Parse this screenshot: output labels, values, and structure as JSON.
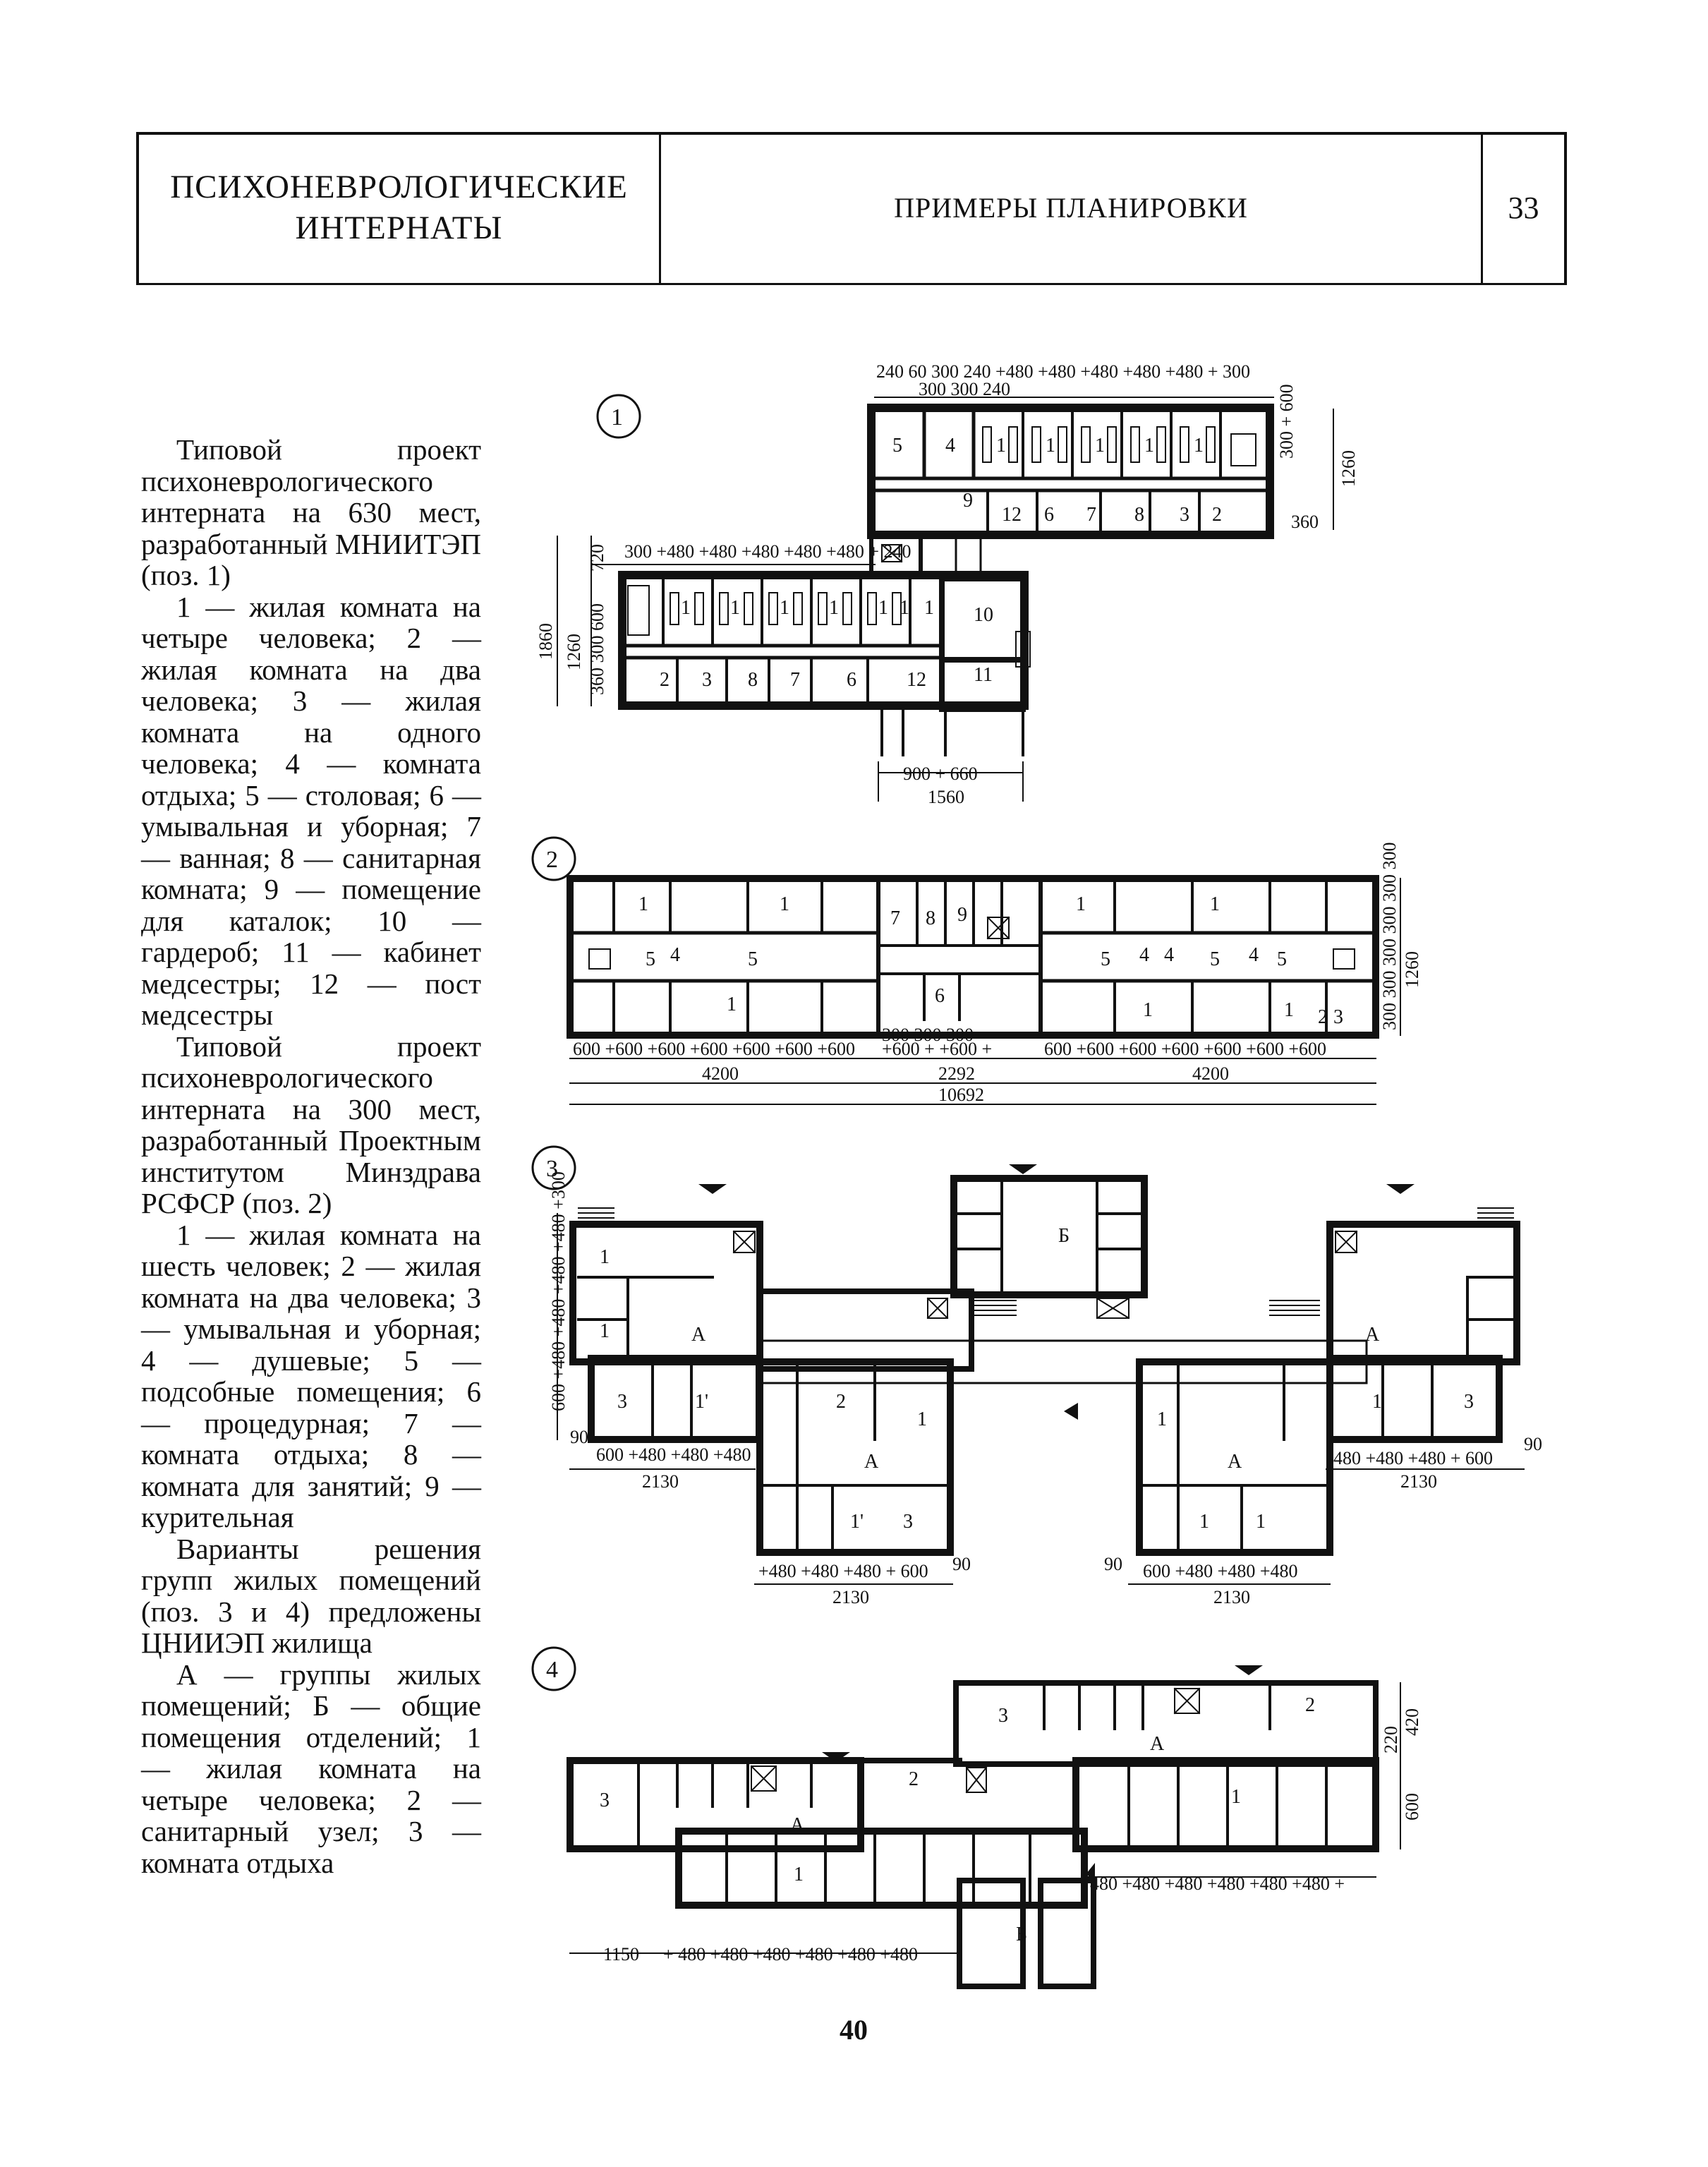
{
  "header": {
    "section_line1": "ПСИХОНЕВРОЛОГИЧЕСКИЕ",
    "section_line2": "ИНТЕРНАТЫ",
    "topic": "ПРИМЕРЫ ПЛАНИРОВКИ",
    "page_number": "33"
  },
  "text": {
    "p1": "Типовой проект психоневрологического интерната на 630 мест, разработанный МНИИТЭП (поз. 1)",
    "p2": "1 — жилая комната на четыре человека; 2 — жилая комната на два человека; 3 — жилая комната на одного человека; 4 — комната отдыха; 5 — столовая; 6 — умывальная и уборная; 7 — ванная; 8 — санитарная комната; 9 — помещение для каталок; 10 — гардероб; 11 — кабинет медсестры; 12 — пост медсестры",
    "p3": "Типовой проект психоневрологического интерната на 300 мест, разработанный Проектным институтом Минздрава РСФСР (поз. 2)",
    "p4": "1 — жилая комната на шесть человек; 2 — жилая комната на два человека; 3 — умывальная и уборная; 4 — душевые; 5 — подсобные помещения; 6 — процедурная; 7 — комната отдыха; 8 — комната для занятий; 9 — курительная",
    "p5": "Варианты решения групп жилых помещений (поз. 3 и 4) предложены ЦНИИЭП жилища",
    "p6": "А — группы жилых помещений; Б — общие помещения отделений; 1 — жилая комната на четыре человека; 2 — санитарный узел; 3 — комната отдыха"
  },
  "plans": {
    "plan1": {
      "badge": "1",
      "dim_top": "240  60  300   240 +480 +480 +480 +480 +480 + 300",
      "dim_top_sub": "300 300   240",
      "dim_left_top": "300 +480 +480 +480 +480 +480 + 240",
      "dim_right_a": "300 + 600",
      "dim_right_b": "360",
      "dim_right_total": "1260",
      "dim_left_v1": "720",
      "dim_left_v2": "360 300 600",
      "dim_left_v3": "1260",
      "dim_left_total": "1860",
      "dim_bottom": "900 + 660",
      "dim_bottom_total": "1560",
      "rooms_upper": [
        "5",
        "4",
        "1",
        "1",
        "1",
        "1",
        "1"
      ],
      "rooms_upper_bottom": [
        "9",
        "12",
        "6",
        "7",
        "8",
        "3",
        "2"
      ],
      "rooms_lower": [
        "1",
        "1",
        "1",
        "1",
        "1",
        "1",
        "1"
      ],
      "rooms_lower_bottom": [
        "2",
        "3",
        "8",
        "7",
        "6",
        "12"
      ],
      "rooms_core": [
        "10",
        "11"
      ]
    },
    "plan2": {
      "badge": "2",
      "dim_left": "600 +600 +600 +600 +600 +600 +600",
      "dim_mid_top": "300   300   300",
      "dim_mid": "+600 +   +600 +",
      "dim_right": "600 +600 +600 +600 +600 +600 +600",
      "dim_total_left": "4200",
      "dim_total_mid": "2292",
      "dim_total_right": "4200",
      "dim_total": "10692",
      "dim_right_v": "300 300 300 300 300 300",
      "dim_right_total": "1260",
      "rooms_left": [
        "1",
        "1",
        "5",
        "4",
        "5",
        "1"
      ],
      "rooms_center": [
        "7",
        "8",
        "9",
        "6"
      ],
      "rooms_right": [
        "1",
        "1",
        "5",
        "4",
        "4",
        "5",
        "4",
        "5",
        "1",
        "1",
        "2",
        "3"
      ]
    },
    "plan3": {
      "badge": "3",
      "dim_left_v": "600 +480 +480 +480 +480 +300",
      "dim_left_a": "90",
      "dim_left_b": "600 +480 +480 +480",
      "dim_left_total": "2130",
      "dim_mid_left": "+480 +480 +480 + 600",
      "dim_mid_left_a": "90",
      "dim_mid_left_total": "2130",
      "dim_mid_right_a": "90",
      "dim_mid_right": "600   +480 +480 +480",
      "dim_mid_right_total": "2130",
      "dim_right": "480 +480 +480 + 600",
      "dim_right_a": "90",
      "dim_right_total": "2130",
      "labels_A": [
        "А",
        "А",
        "А",
        "А"
      ],
      "label_B": "Б",
      "rooms": [
        "1",
        "1",
        "3",
        "1'",
        "2",
        "1",
        "1'",
        "3",
        "1",
        "1",
        "1",
        "1",
        "3"
      ]
    },
    "plan4": {
      "badge": "4",
      "dim_right_v1": "420",
      "dim_right_v2": "220",
      "dim_right_v3": "600",
      "dim_right_h": "480 +480 +480 +480 +480 +480 +",
      "dim_bottom_a": "1150",
      "dim_bottom_b": "+ 480 +480 +480 +480 +480 +480",
      "labels_A": [
        "А",
        "А"
      ],
      "label_B": "Б",
      "rooms": [
        "3",
        "2",
        "1",
        "3",
        "2",
        "1"
      ]
    }
  },
  "footer": {
    "page_number": "40"
  }
}
